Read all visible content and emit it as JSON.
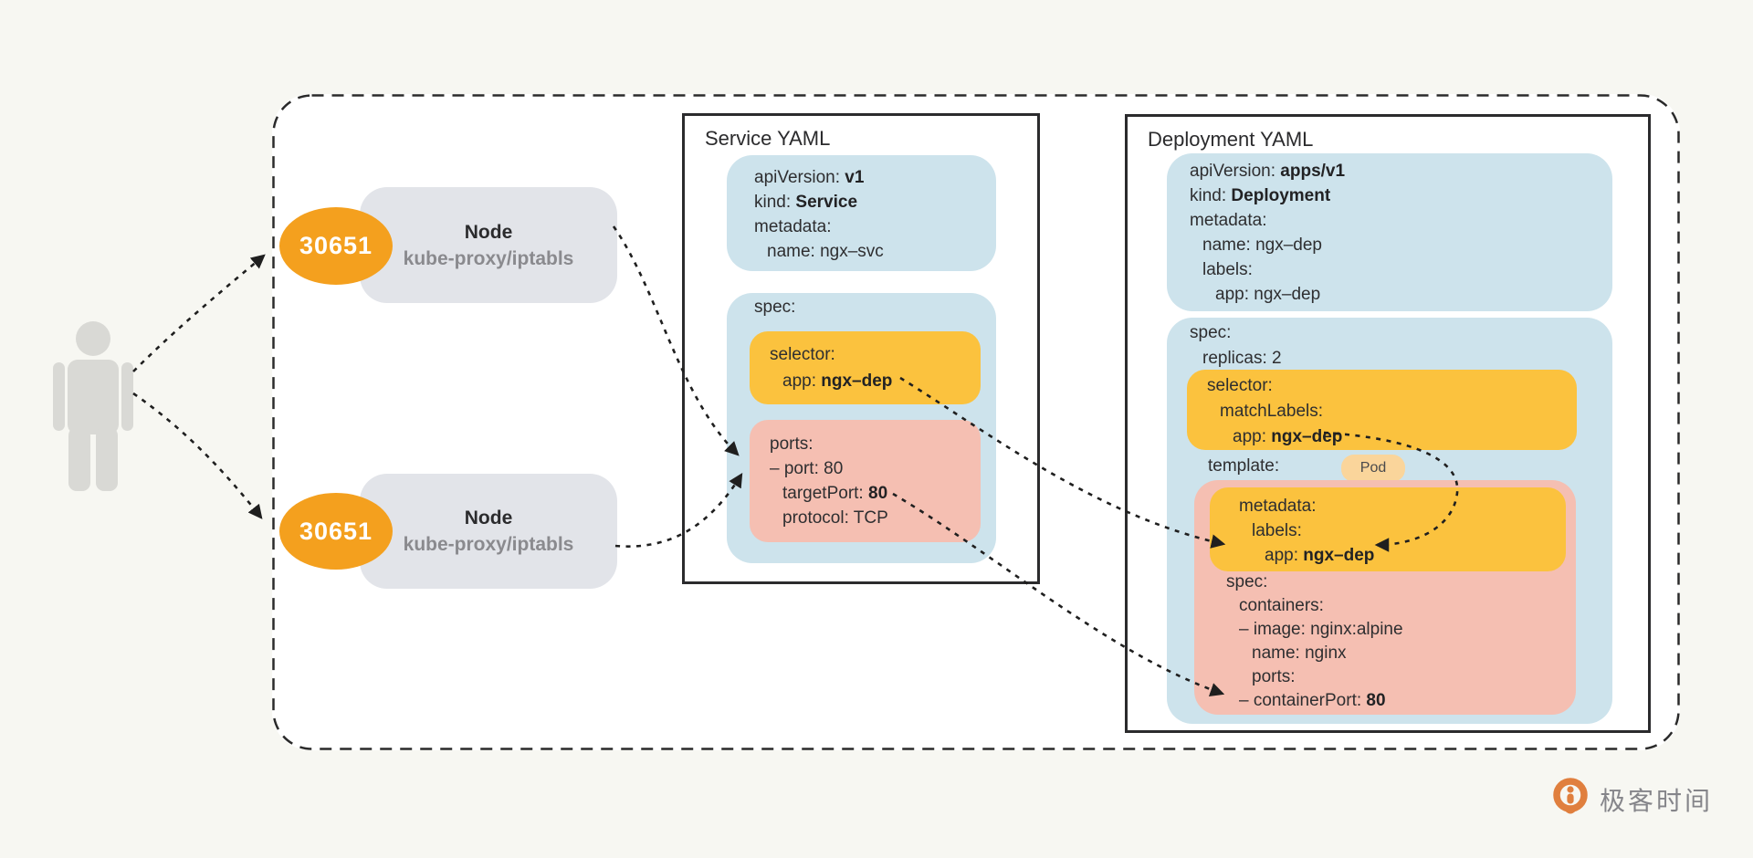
{
  "colors": {
    "background": "#F7F7F2",
    "canvas": "#FFFFFF",
    "block_blue": "#CDE3EC",
    "block_orange": "#FBC23E",
    "block_pink": "#F5BFB2",
    "port_badge_orange": "#F4A01E",
    "node_gray": "#E2E4E9",
    "pod_tag_orange": "#FAD59B",
    "connector_dark": "#1F1F1F",
    "logo_orange": "#E07F3E",
    "logo_text_gray": "#85858A"
  },
  "nodes": [
    {
      "port": "30651",
      "title": "Node",
      "subtitle": "kube-proxy/iptabls"
    },
    {
      "port": "30651",
      "title": "Node",
      "subtitle": "kube-proxy/iptabls"
    }
  ],
  "service_panel": {
    "title": "Service YAML",
    "meta_lines": [
      {
        "pre": "apiVersion: ",
        "bold": "v1"
      },
      {
        "pre": "kind: ",
        "bold": "Service"
      },
      {
        "pre": "metadata:"
      },
      {
        "pre": "name: ngx–svc"
      }
    ],
    "spec_label": "spec:",
    "selector_lines": [
      {
        "pre": "selector:"
      },
      {
        "pre": "app: ",
        "bold": "ngx–dep"
      }
    ],
    "ports_lines": [
      {
        "pre": "ports:"
      },
      {
        "pre": "– port: 80"
      },
      {
        "pre": "targetPort: ",
        "bold": "80"
      },
      {
        "pre": "protocol: TCP"
      }
    ]
  },
  "deployment_panel": {
    "title": "Deployment YAML",
    "meta_lines": [
      {
        "pre": "apiVersion: ",
        "bold": "apps/v1"
      },
      {
        "pre": "kind: ",
        "bold": "Deployment"
      },
      {
        "pre": "metadata:"
      },
      {
        "pre": "name: ngx–dep"
      },
      {
        "pre": "labels:"
      },
      {
        "pre": "app: ngx–dep"
      }
    ],
    "spec_label": "spec:",
    "replicas_line": "replicas: 2",
    "selector_lines": [
      {
        "pre": "selector:"
      },
      {
        "pre": "matchLabels:"
      },
      {
        "pre": "app: ",
        "bold": "ngx–dep"
      }
    ],
    "template_label": "template:",
    "pod_tag": "Pod",
    "pod_metadata_lines": [
      {
        "pre": "metadata:"
      },
      {
        "pre": "labels:"
      },
      {
        "pre": "app: ",
        "bold": "ngx–dep"
      }
    ],
    "pod_spec_lines": [
      {
        "pre": "spec:"
      },
      {
        "pre": "containers:"
      },
      {
        "pre": "– image: nginx:alpine"
      },
      {
        "pre": "name: nginx"
      },
      {
        "pre": "ports:"
      },
      {
        "pre": "– containerPort: ",
        "bold": "80"
      }
    ]
  },
  "logo": {
    "text": "极客时间"
  }
}
